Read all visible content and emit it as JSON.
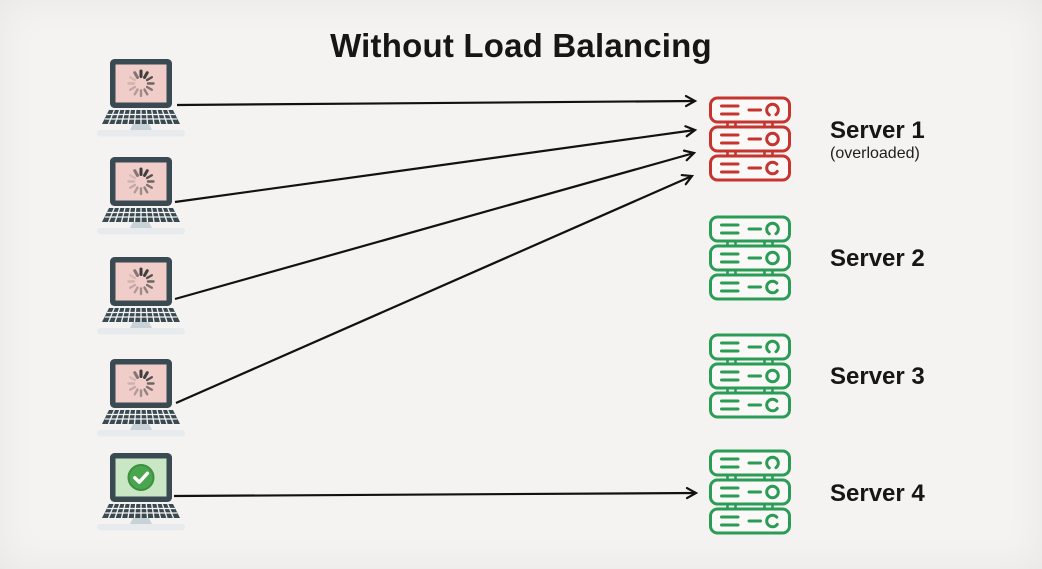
{
  "title": "Without Load Balancing",
  "colors": {
    "background": "#f4f3f1",
    "arrow": "#111111",
    "server_overloaded": "#c5342e",
    "server_healthy": "#2a9c56",
    "laptop_frame": "#3a4a52",
    "laptop_screen_loading": "#f0cdc8",
    "laptop_screen_ok": "#c9e7c4",
    "check_circle": "#4aa64e",
    "text": "#161616"
  },
  "clients": [
    {
      "id": "client-1",
      "state": "loading",
      "icon": "laptop-loading-icon",
      "target": "Server 1"
    },
    {
      "id": "client-2",
      "state": "loading",
      "icon": "laptop-loading-icon",
      "target": "Server 1"
    },
    {
      "id": "client-3",
      "state": "loading",
      "icon": "laptop-loading-icon",
      "target": "Server 1"
    },
    {
      "id": "client-4",
      "state": "loading",
      "icon": "laptop-loading-icon",
      "target": "Server 1"
    },
    {
      "id": "client-5",
      "state": "ok",
      "icon": "laptop-check-icon",
      "target": "Server 4"
    }
  ],
  "servers": [
    {
      "name": "Server 1",
      "note": "(overloaded)",
      "state": "overloaded"
    },
    {
      "name": "Server 2",
      "note": "",
      "state": "healthy"
    },
    {
      "name": "Server 3",
      "note": "",
      "state": "healthy"
    },
    {
      "name": "Server 4",
      "note": "",
      "state": "healthy"
    }
  ],
  "connections": [
    {
      "from": "client-1",
      "to": "Server 1"
    },
    {
      "from": "client-2",
      "to": "Server 1"
    },
    {
      "from": "client-3",
      "to": "Server 1"
    },
    {
      "from": "client-4",
      "to": "Server 1"
    },
    {
      "from": "client-5",
      "to": "Server 4"
    }
  ]
}
